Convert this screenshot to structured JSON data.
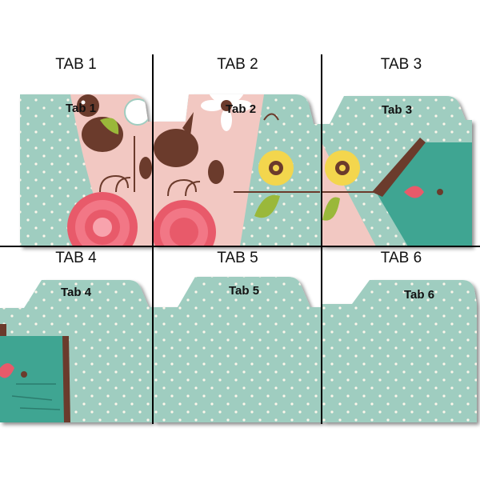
{
  "cells": [
    {
      "title": "TAB 1",
      "tab_label": "Tab 1"
    },
    {
      "title": "TAB 2",
      "tab_label": "Tab 2"
    },
    {
      "title": "TAB 3",
      "tab_label": "Tab 3"
    },
    {
      "title": "TAB 4",
      "tab_label": "Tab 4"
    },
    {
      "title": "TAB 5",
      "tab_label": "Tab 5"
    },
    {
      "title": "TAB 6",
      "tab_label": "Tab 6"
    }
  ],
  "colors": {
    "teal": "#9fcdc0",
    "pink": "#f2c8c2",
    "brown": "#6b3b2c",
    "green": "#9ab83a",
    "coral": "#e85a6a",
    "yellow": "#f3d64d",
    "birdhouse": "#3fa592",
    "dot": "#fdf6ea"
  }
}
